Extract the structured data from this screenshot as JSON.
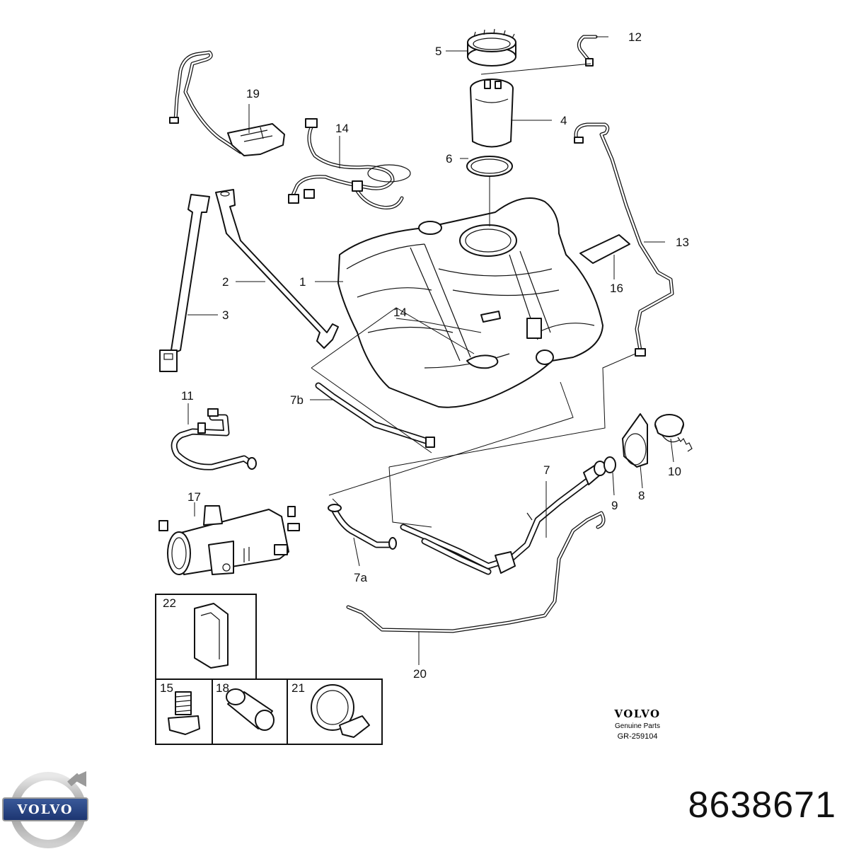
{
  "callouts": {
    "c1": "1",
    "c2": "2",
    "c3": "3",
    "c4": "4",
    "c5": "5",
    "c6": "6",
    "c7": "7",
    "c7a": "7a",
    "c7b": "7b",
    "c8": "8",
    "c9": "9",
    "c10": "10",
    "c11": "11",
    "c12": "12",
    "c13": "13",
    "c14a": "14",
    "c14b": "14",
    "c15": "15",
    "c16": "16",
    "c17": "17",
    "c18": "18",
    "c19": "19",
    "c20": "20",
    "c21": "21",
    "c22": "22"
  },
  "credit": {
    "brand": "VOLVO",
    "line1": "Genuine Parts",
    "line2": "GR-259104"
  },
  "logo": {
    "text": "VOLVO"
  },
  "part_number": "8638671"
}
